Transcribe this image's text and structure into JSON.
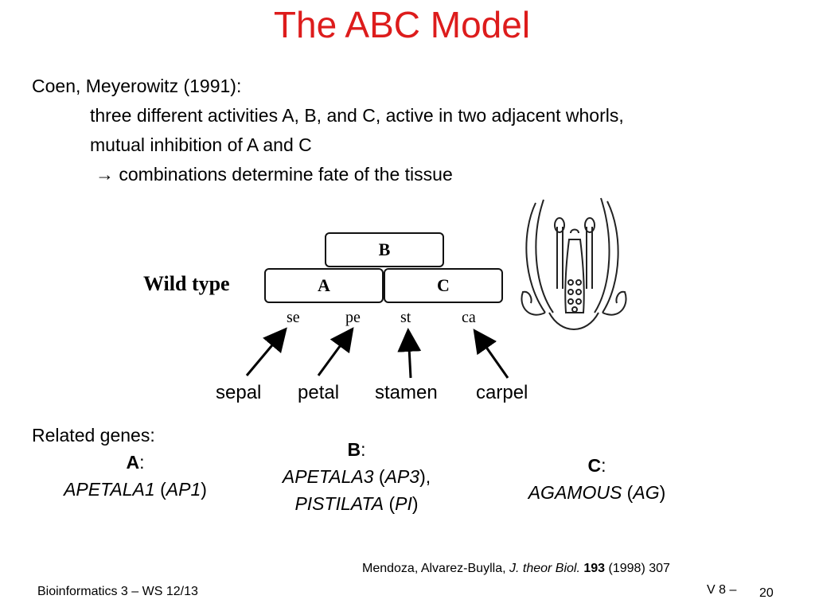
{
  "title": "The ABC Model",
  "intro": {
    "line1": "Coen, Meyerowitz (1991):",
    "line2": "three different activities A, B, and C, active in two adjacent whorls,",
    "line3": "mutual inhibition of A and C",
    "line4": "→ combinations determine fate of the tissue"
  },
  "diagram": {
    "row_label": "Wild type",
    "box_b": "B",
    "box_a": "A",
    "box_c": "C",
    "whorls": [
      "se",
      "pe",
      "st",
      "ca"
    ]
  },
  "organs": [
    "sepal",
    "petal",
    "stamen",
    "carpel"
  ],
  "genes": {
    "heading": "Related genes:",
    "a_letter": "A",
    "a_name": "APETALA1",
    "a_abbr": "AP1",
    "b_letter": "B",
    "b_name1": "APETALA3",
    "b_abbr1": "AP3",
    "b_name2": "PISTILATA",
    "b_abbr2": "PI",
    "c_letter": "C",
    "c_name": "AGAMOUS",
    "c_abbr": "AG"
  },
  "citation": {
    "authors": "Mendoza,  Alvarez-Buylla, ",
    "journal": "J. theor Biol.",
    "volume": "193",
    "rest": " (1998) 307"
  },
  "footer": {
    "course": "Bioinformatics 3 – WS 12/13",
    "lecture": "V 8 –",
    "page": "20"
  },
  "colors": {
    "title": "#dd1c1c",
    "text": "#000000"
  }
}
